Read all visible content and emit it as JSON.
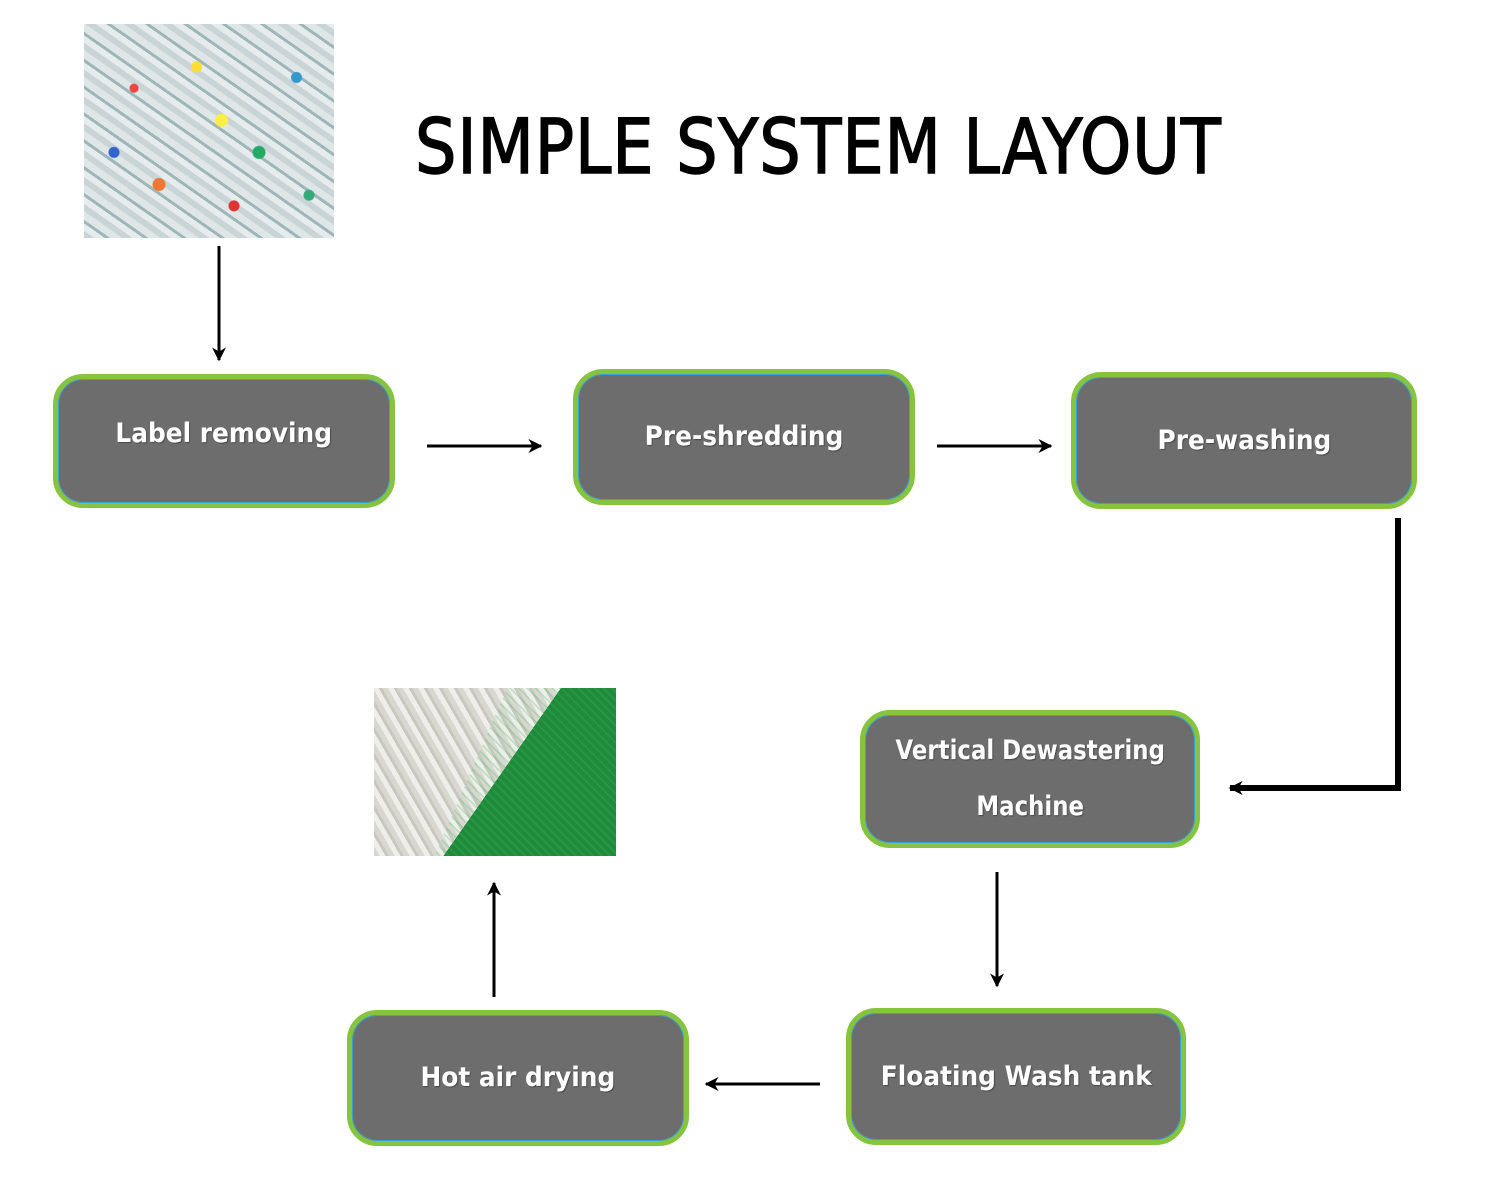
{
  "title": "SIMPLE SYSTEM LAYOUT",
  "images": {
    "input": "plastic-bottles-photo",
    "output": "plastic-flakes-photo"
  },
  "steps": [
    {
      "label": "Label removing"
    },
    {
      "label": "Pre-shredding"
    },
    {
      "label": "Pre-washing"
    },
    {
      "label": "Vertical Dewastering Machine",
      "line1": "Vertical Dewastering",
      "line2": "Machine"
    },
    {
      "label": "Floating Wash tank"
    },
    {
      "label": "Hot air drying"
    }
  ],
  "colors": {
    "box_fill": "#6e6d6e",
    "box_border": "#86c43f",
    "box_inner_edge": "#3aa0d8",
    "box_text": "#ffffff",
    "arrow": "#000000"
  },
  "flow": [
    [
      "plastic-bottles-photo",
      "Label removing"
    ],
    [
      "Label removing",
      "Pre-shredding"
    ],
    [
      "Pre-shredding",
      "Pre-washing"
    ],
    [
      "Pre-washing",
      "Vertical Dewastering Machine"
    ],
    [
      "Vertical Dewastering Machine",
      "Floating Wash tank"
    ],
    [
      "Floating Wash tank",
      "Hot air drying"
    ],
    [
      "Hot air drying",
      "plastic-flakes-photo"
    ]
  ]
}
